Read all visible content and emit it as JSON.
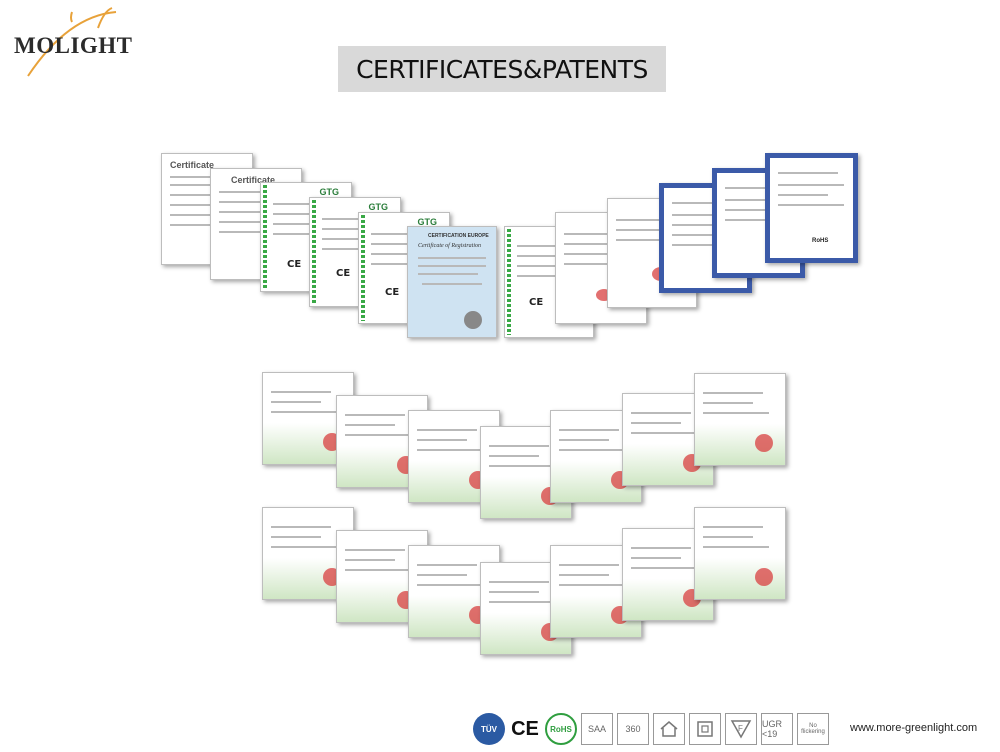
{
  "brand": {
    "name": "MOLIGHT",
    "colors": {
      "text": "#2b2b2b",
      "swoosh": "#e8a23a"
    }
  },
  "title": "CERTIFICATES&PATENTS",
  "certificate_labels": {
    "certificate": "Certificate",
    "gtg": "GTG",
    "ce": "CE",
    "rohs": "RoHS",
    "europe": "CERTIFICATION EUROPE",
    "registration": "Certificate of Registration"
  },
  "footer": {
    "icons": [
      {
        "name": "tuv-icon",
        "label": "TÜV"
      },
      {
        "name": "ce-mark-icon",
        "label": "CE"
      },
      {
        "name": "rohs-icon",
        "label": "RoHS"
      },
      {
        "name": "saa-icon",
        "label": "SAA"
      },
      {
        "name": "cycle-icon",
        "label": "360"
      },
      {
        "name": "house-icon",
        "label": ""
      },
      {
        "name": "square-icon",
        "label": ""
      },
      {
        "name": "triangle-f-icon",
        "label": "F"
      },
      {
        "name": "ugr-icon",
        "label": "UGR <19"
      },
      {
        "name": "no-flickering-icon",
        "label": "No flickering"
      }
    ],
    "url": "www.more-greenlight.com"
  }
}
